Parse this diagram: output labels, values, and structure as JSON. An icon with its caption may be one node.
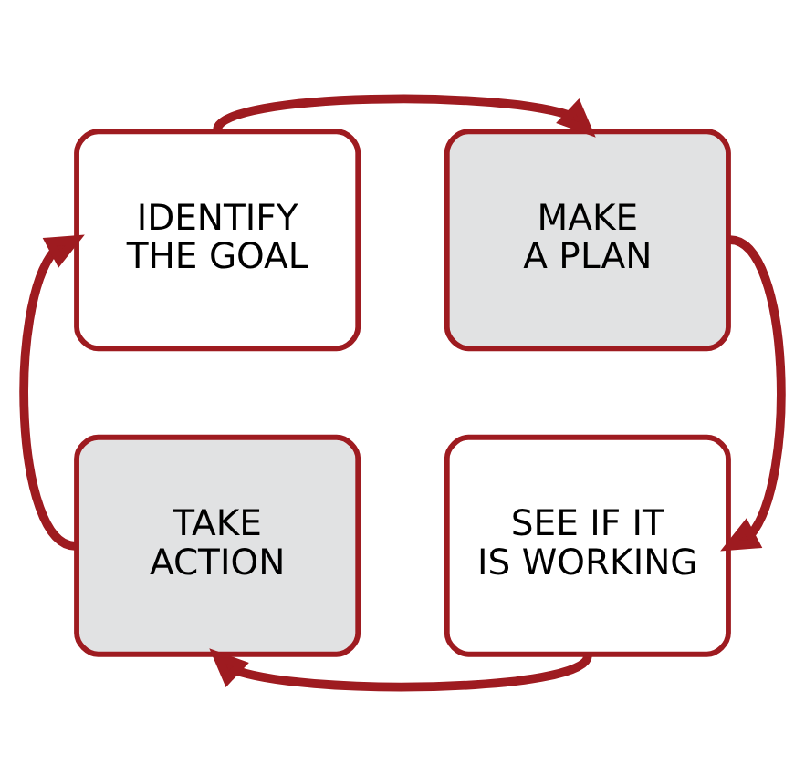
{
  "diagram": {
    "nodes": [
      {
        "text": [
          "IDENTIFY THE GOAL"
        ]
      },
      {
        "text": [
          "MAKE A PLAN"
        ]
      },
      {
        "text": [
          "TAKE ACTION"
        ]
      },
      {
        "text": [
          "SEE IF IT IS WORKING"
        ]
      }
    ],
    "edges": [
      {
        "from": 0,
        "to": 1,
        "arrow": "to"
      },
      {
        "from": 1,
        "to": 3,
        "arrow": "to"
      },
      {
        "from": 3,
        "to": 2,
        "arrow": "to"
      },
      {
        "from": 2,
        "to": 0,
        "arrow": "to"
      }
    ]
  }
}
